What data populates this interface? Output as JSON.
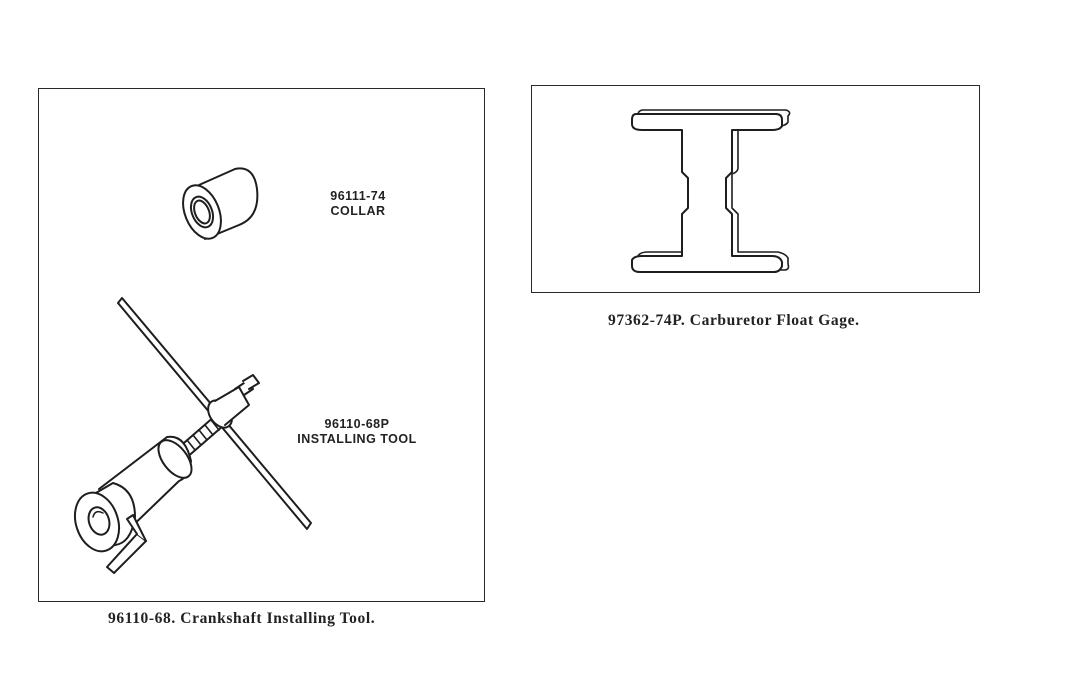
{
  "figures": [
    {
      "callouts": [
        {
          "part_number": "96111-74",
          "name": "COLLAR"
        },
        {
          "part_number": "96110-68P",
          "name": "INSTALLING TOOL"
        }
      ],
      "caption": "96110-68. Crankshaft Installing Tool."
    },
    {
      "caption": "97362-74P. Carburetor Float Gage."
    }
  ]
}
